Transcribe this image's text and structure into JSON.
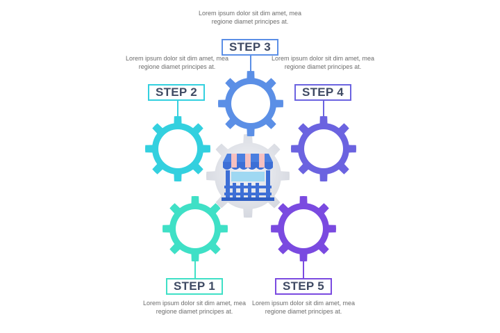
{
  "steps": [
    {
      "label": "STEP 1",
      "text": "Lorem ipsum dolor sit dim amet, mea regione diamet principes at.",
      "color": "#3fe0c6"
    },
    {
      "label": "STEP 2",
      "text": "Lorem ipsum dolor sit dim amet, mea regione diamet principes at.",
      "color": "#33d0df"
    },
    {
      "label": "STEP 3",
      "text": "Lorem ipsum dolor sit dim amet, mea regione diamet principes at.",
      "color": "#5b8fe6"
    },
    {
      "label": "STEP 4",
      "text": "Lorem ipsum dolor sit dim amet, mea regione diamet principes at.",
      "color": "#6b63e0"
    },
    {
      "label": "STEP 5",
      "text": "Lorem ipsum dolor sit dim amet, mea regione diamet principes at.",
      "color": "#7a4ae0"
    }
  ],
  "center": {
    "icon": "storefront-icon",
    "gear_color": "#dde0e7",
    "icon_color": "#3d6fd6"
  }
}
